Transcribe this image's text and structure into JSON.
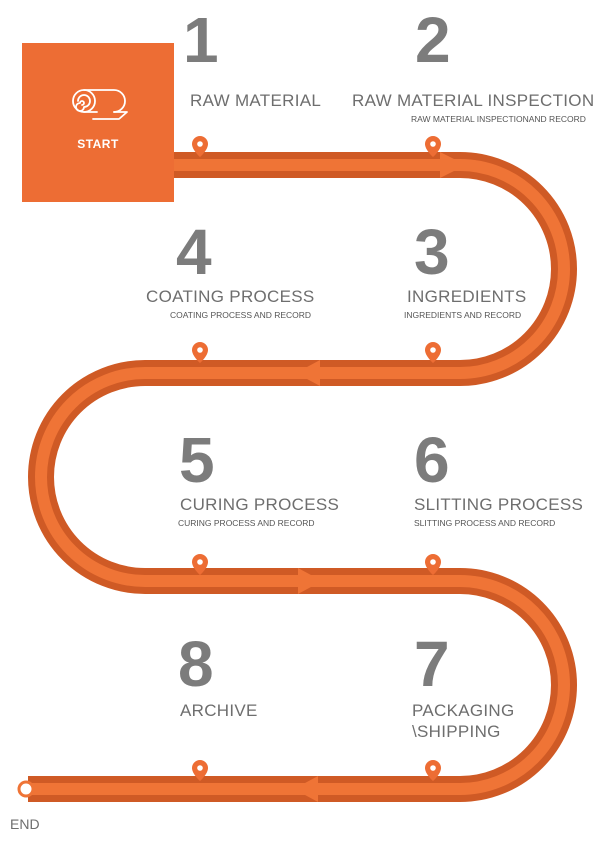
{
  "start": {
    "label": "START",
    "icon": "fabric-roll-icon"
  },
  "end": {
    "label": "END"
  },
  "colors": {
    "road_dark": "#cf5a25",
    "road_light": "#ef7436",
    "accent": "#ed6d34",
    "text": "#7a7a7a"
  },
  "steps": [
    {
      "number": "1",
      "title": "RAW MATERIAL",
      "subtitle": ""
    },
    {
      "number": "2",
      "title": "RAW MATERIAL INSPECTION",
      "subtitle": "RAW MATERIAL INSPECTIONAND RECORD"
    },
    {
      "number": "3",
      "title": "INGREDIENTS",
      "subtitle": "INGREDIENTS AND RECORD"
    },
    {
      "number": "4",
      "title": "COATING PROCESS",
      "subtitle": "COATING PROCESS AND RECORD"
    },
    {
      "number": "5",
      "title": "CURING PROCESS",
      "subtitle": "CURING PROCESS AND RECORD"
    },
    {
      "number": "6",
      "title": "SLITTING PROCESS",
      "subtitle": "SLITTING PROCESS AND RECORD"
    },
    {
      "number": "7",
      "title": "PACKAGING\n\\SHIPPING",
      "subtitle": ""
    },
    {
      "number": "8",
      "title": "ARCHIVE",
      "subtitle": ""
    }
  ]
}
